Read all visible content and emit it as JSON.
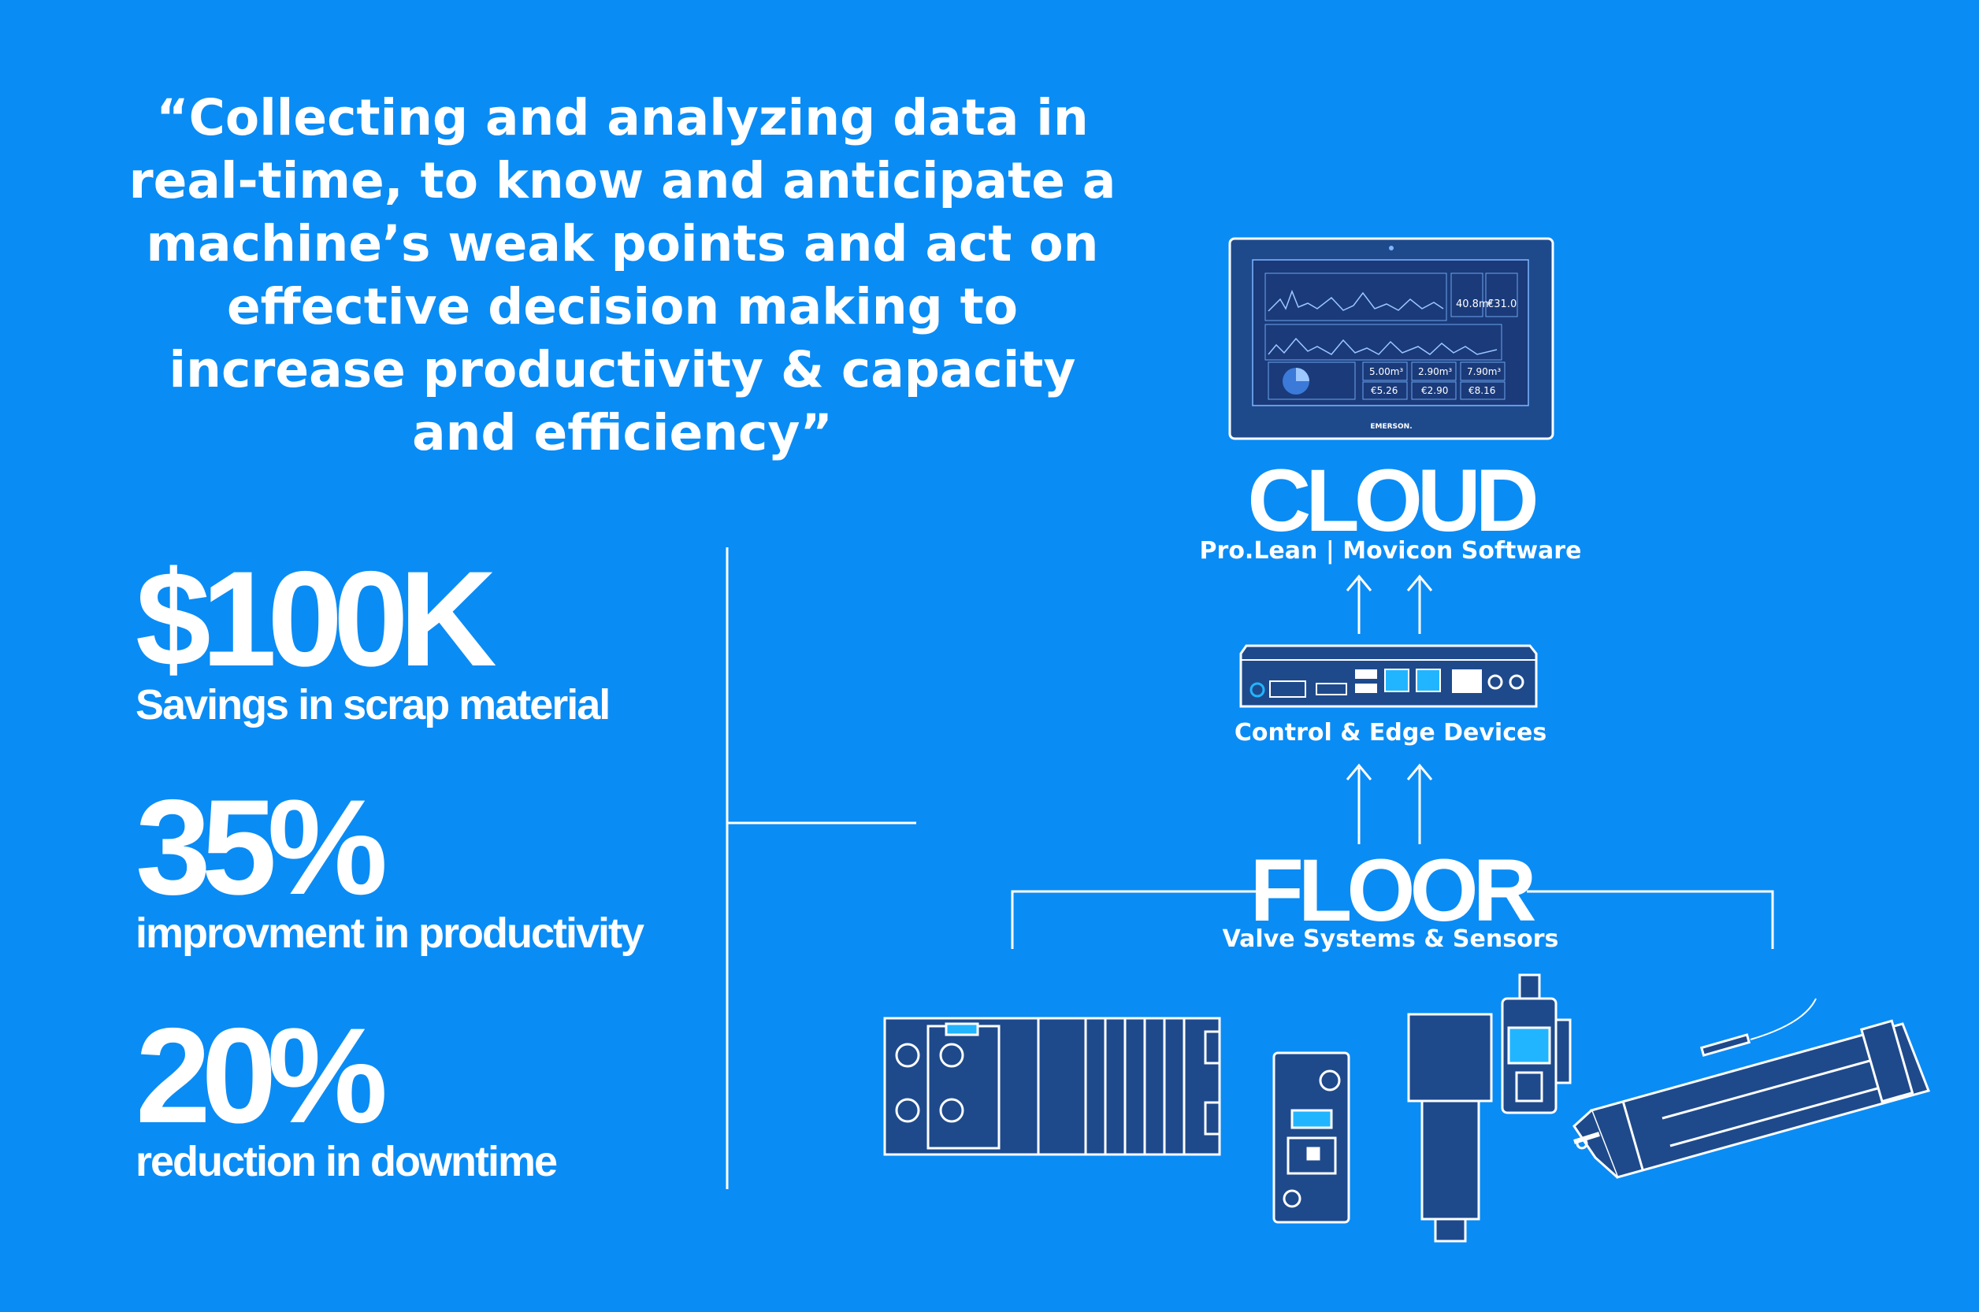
{
  "quote": {
    "lines": [
      "“Collecting and analyzing data in",
      "real-time, to know and anticipate a",
      "machine’s weak points and act on",
      "effective decision making to",
      "increase productivity & capacity",
      "and efficiency”"
    ]
  },
  "stats": [
    {
      "value": "$100K",
      "label": "Savings  in scrap material"
    },
    {
      "value": "35%",
      "label": "improvment in productivity"
    },
    {
      "value": "20%",
      "label": "reduction in downtime"
    }
  ],
  "tiers": {
    "cloud": {
      "title": "CLOUD",
      "subtitle": "Pro.Lean | Movicon Software"
    },
    "edge": {
      "subtitle": "Control & Edge Devices"
    },
    "floor": {
      "title": "FLOOR",
      "subtitle": "Valve Systems & Sensors"
    }
  },
  "tablet": {
    "brand": "EMERSON.",
    "values": [
      "40.8m²",
      "€31.0",
      "5.00m³",
      "2.90m³",
      "7.90m³",
      "€5.26",
      "€2.90",
      "€8.16"
    ]
  },
  "colors": {
    "background": "#0a8cf5",
    "device_fill": "#1e4a8c",
    "device_stroke": "#ffffff",
    "screen": "#1a3a7a",
    "accent": "#22b5ff"
  }
}
